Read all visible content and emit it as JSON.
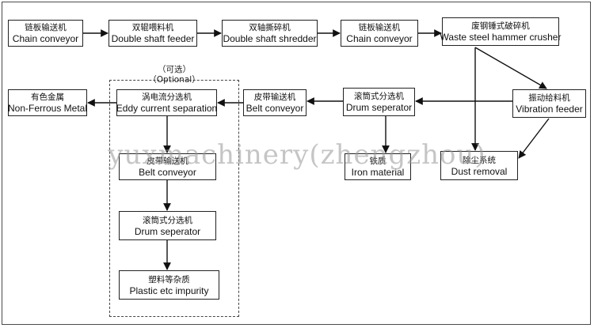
{
  "optional": {
    "zh": "（可选）",
    "en": "（Optional）"
  },
  "boxes": {
    "chain1": {
      "zh": "链板输送机",
      "en": "Chain conveyor"
    },
    "feeder": {
      "zh": "双辊喂料机",
      "en": "Double shaft feeder"
    },
    "shredder": {
      "zh": "双轴撕碎机",
      "en": "Double shaft shredder"
    },
    "chain2": {
      "zh": "链板输送机",
      "en": "Chain conveyor"
    },
    "hammer": {
      "zh": "废钢锤式破碎机",
      "en": "Waste steel hammer crusher"
    },
    "vibration": {
      "zh": "振动给料机",
      "en": "Vibration feeder"
    },
    "drum1": {
      "zh": "滚筒式分选机",
      "en": "Drum seperator"
    },
    "belt1": {
      "zh": "皮带输送机",
      "en": "Belt conveyor"
    },
    "eddy": {
      "zh": "涡电流分选机",
      "en": "Eddy current separation"
    },
    "nonferrous": {
      "zh": "有色金属",
      "en": "Non-Ferrous Metal"
    },
    "iron": {
      "zh": "铁质",
      "en": "Iron material"
    },
    "dust": {
      "zh": "除尘系统",
      "en": "Dust removal"
    },
    "belt2": {
      "zh": "皮带输送机",
      "en": "Belt conveyor"
    },
    "drum2": {
      "zh": "滚筒式分选机",
      "en": "Drum seperator"
    },
    "plastic": {
      "zh": "塑料等杂质",
      "en": "Plastic etc impurity"
    }
  },
  "watermark": "yuxmachinery(zhengzhou)"
}
